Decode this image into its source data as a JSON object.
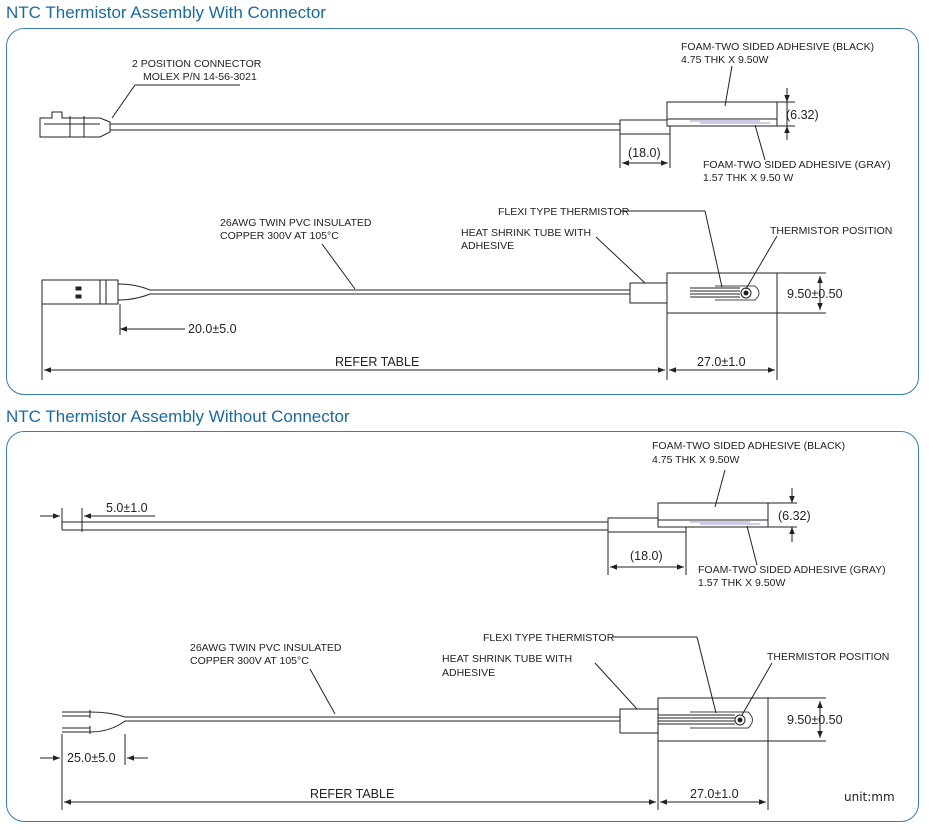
{
  "section1": {
    "title": "NTC Thermistor Assembly With Connector",
    "connector_label_1": "2 POSITION CONNECTOR",
    "connector_label_2": "MOLEX P/N 14-56-3021",
    "foam_black_1": "FOAM-TWO SIDED ADHESIVE (BLACK)",
    "foam_black_2": "4.75 THK X 9.50W",
    "foam_gray_1": "FOAM-TWO SIDED ADHESIVE (GRAY)",
    "foam_gray_2": "1.57 THK X 9.50 W",
    "dim_thickness": "(6.32)",
    "dim_sleeve": "(18.0)",
    "wire_label_1": "26AWG TWIN PVC INSULATED",
    "wire_label_2": "COPPER 300V AT 105°C",
    "flexi_label": "FLEXI TYPE THERMISTOR",
    "heat_shrink_1": "HEAT SHRINK TUBE WITH",
    "heat_shrink_2": "ADHESIVE",
    "thermistor_position": "THERMISTOR POSITION",
    "dim_width": "9.50±0.50",
    "dim_strip": "20.0±5.0",
    "dim_refer": "REFER TABLE",
    "dim_pad": "27.0±1.0"
  },
  "section2": {
    "title": "NTC Thermistor Assembly Without Connector",
    "foam_black_1": "FOAM-TWO SIDED ADHESIVE (BLACK)",
    "foam_black_2": "4.75 THK X 9.50W",
    "foam_gray_1": "FOAM-TWO SIDED ADHESIVE (GRAY)",
    "foam_gray_2": "1.57 THK X 9.50W",
    "dim_thickness": "(6.32)",
    "dim_sleeve": "(18.0)",
    "dim_strip_top": "5.0±1.0",
    "wire_label_1": "26AWG TWIN PVC INSULATED",
    "wire_label_2": "COPPER 300V AT 105°C",
    "flexi_label": "FLEXI TYPE THERMISTOR",
    "heat_shrink_1": "HEAT SHRINK TUBE WITH",
    "heat_shrink_2": "ADHESIVE",
    "thermistor_position": "THERMISTOR POSITION",
    "dim_width": "9.50±0.50",
    "dim_strip": "25.0±5.0",
    "dim_refer": "REFER TABLE",
    "dim_pad": "27.0±1.0"
  },
  "unit_label": "unit:mm",
  "colors": {
    "title": "#1a6aa0",
    "border": "#3a7fa8",
    "lines": "#222222"
  }
}
